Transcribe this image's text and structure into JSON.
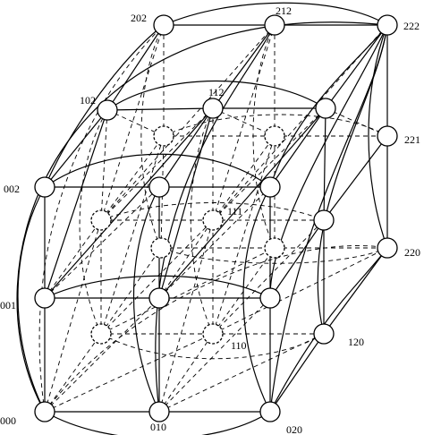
{
  "diagram": {
    "labels": {
      "n000": "000",
      "n001": "001",
      "n002": "002",
      "n010": "010",
      "n020": "020",
      "n102": "102",
      "n110": "110",
      "n111": "111",
      "n112": "112",
      "n120": "120",
      "n202": "202",
      "n212": "212",
      "n220": "220",
      "n221": "221",
      "n222": "222"
    }
  }
}
